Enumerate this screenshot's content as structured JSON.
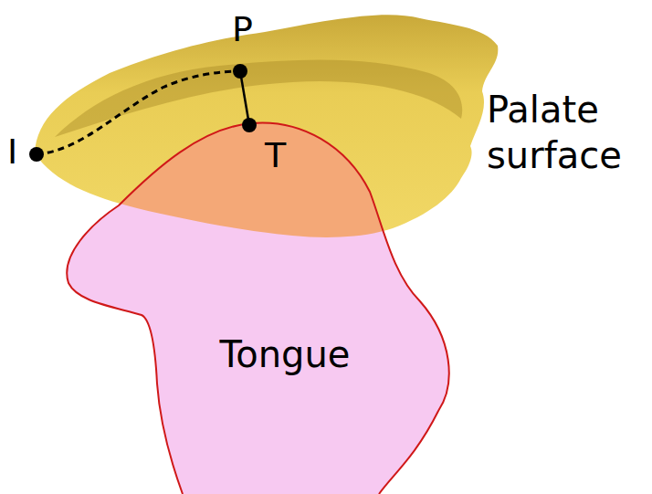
{
  "diagram": {
    "nodes": [
      {
        "text": [
          "Palate surface"
        ]
      },
      {
        "text": [
          "Tongue"
        ]
      }
    ],
    "labels": [
      "I",
      "P",
      "T"
    ]
  }
}
